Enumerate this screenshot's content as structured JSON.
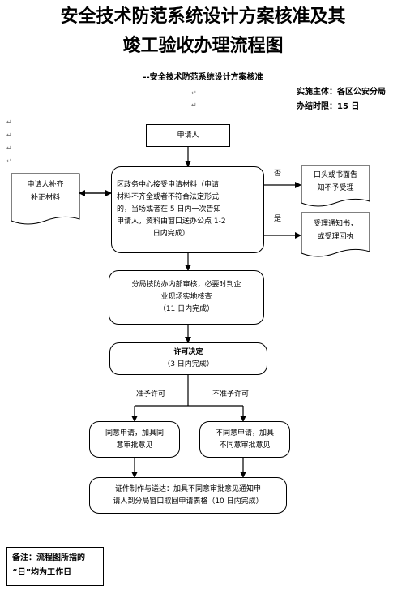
{
  "title": {
    "line1": "安全技术防范系统设计方案核准及其",
    "line2": "竣工验收办理流程图"
  },
  "subtitle": "--安全技术防范系统设计方案核准",
  "info": {
    "subject": "实施主体：各区公安分局",
    "time_limit": "办结时限：15 日"
  },
  "nodes": {
    "applicant": "申请人",
    "supplement": {
      "line1": "申请人补齐",
      "line2": "补正材料"
    },
    "receive": {
      "line1": "区政务中心接受申请材料（申请",
      "line2": "材料不齐全或者不符合法定形式",
      "line3": "的，当场或者在 5 日内一次告知",
      "line4": "申请人，资料由窗口送办公点 1-2",
      "line5": "日内完成）"
    },
    "reject_notice": {
      "line1": "口头或书面告",
      "line2": "知不予受理"
    },
    "accept_notice": {
      "line1": "受理通知书，",
      "line2": "或受理回执"
    },
    "review": {
      "line1": "分局技防办内部审核，必要时到企",
      "line2": "业现场实地核查",
      "line3": "（11 日内完成）"
    },
    "decision": {
      "line1": "许可决定",
      "line2": "（3 日内完成）"
    },
    "agree": {
      "line1": "同意申请，加具同",
      "line2": "意审批意见"
    },
    "disagree": {
      "line1": "不同意申请，加具",
      "line2": "不同意审批意见"
    },
    "delivery": {
      "line1": "证件制作与送达：加具不同意审批意见通知申",
      "line2": "请人到分局窗口取回申请表格（10 日内完成）"
    }
  },
  "edges": {
    "no": "否",
    "yes": "是",
    "grant": "准予许可",
    "deny": "不准予许可"
  },
  "note": {
    "line1": "备注：流程图所指的",
    "line2": "“日”均为工作日"
  }
}
